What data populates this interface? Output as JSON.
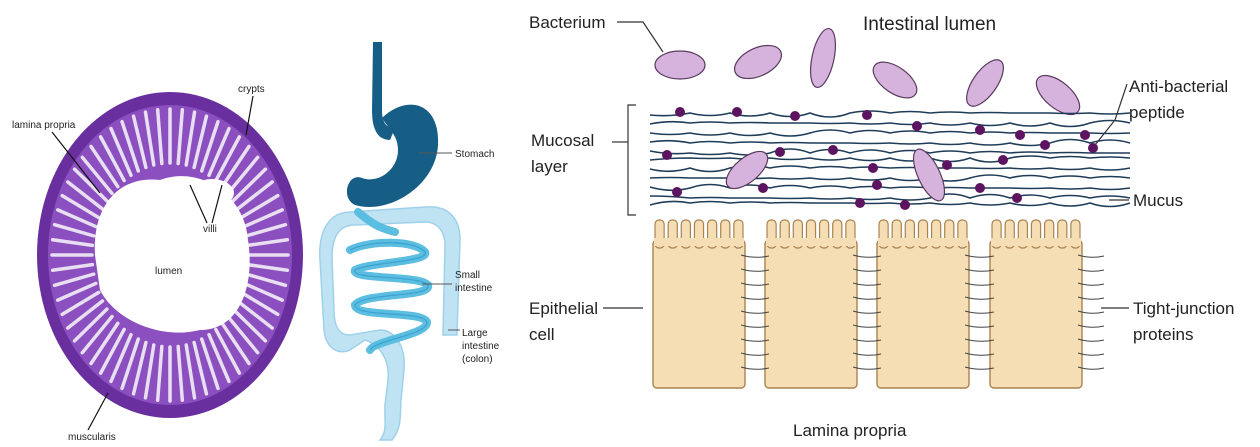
{
  "histology": {
    "labels": {
      "crypts": "crypts",
      "lamina_propria": "lamina propria",
      "villi": "villi",
      "lumen": "lumen",
      "muscularis": "muscularis"
    },
    "colors": {
      "tissue": "#6a2f9e",
      "tissue_light": "#9a63c8",
      "lumen": "#ffffff"
    }
  },
  "anatomy": {
    "labels": {
      "stomach": "Stomach",
      "small_intestine_1": "Small",
      "small_intestine_2": "intestine",
      "large_intestine_1": "Large",
      "large_intestine_2": "intestine",
      "large_intestine_3": "(colon)"
    },
    "colors": {
      "esophagus": "#175e86",
      "stomach": "#175e86",
      "small_intestine": "#5bbde0",
      "large_intestine": "#bfe3f3"
    }
  },
  "mucosa": {
    "labels": {
      "bacterium": "Bacterium",
      "intestinal_lumen": "Intestinal lumen",
      "anti_bacterial_1": "Anti-bacterial",
      "anti_bacterial_2": "peptide",
      "mucosal_1": "Mucosal",
      "mucosal_2": "layer",
      "mucus": "Mucus",
      "epithelial_1": "Epithelial",
      "epithelial_2": "cell",
      "tight_1": "Tight-junction",
      "tight_2": "proteins",
      "lamina_propria": "Lamina propria"
    },
    "colors": {
      "bacterium": "#d6b3dc",
      "peptide": "#5c1360",
      "mucus_fiber": "#1f3c58",
      "cell": "#f5deb4",
      "cell_border": "#a9824f"
    }
  }
}
